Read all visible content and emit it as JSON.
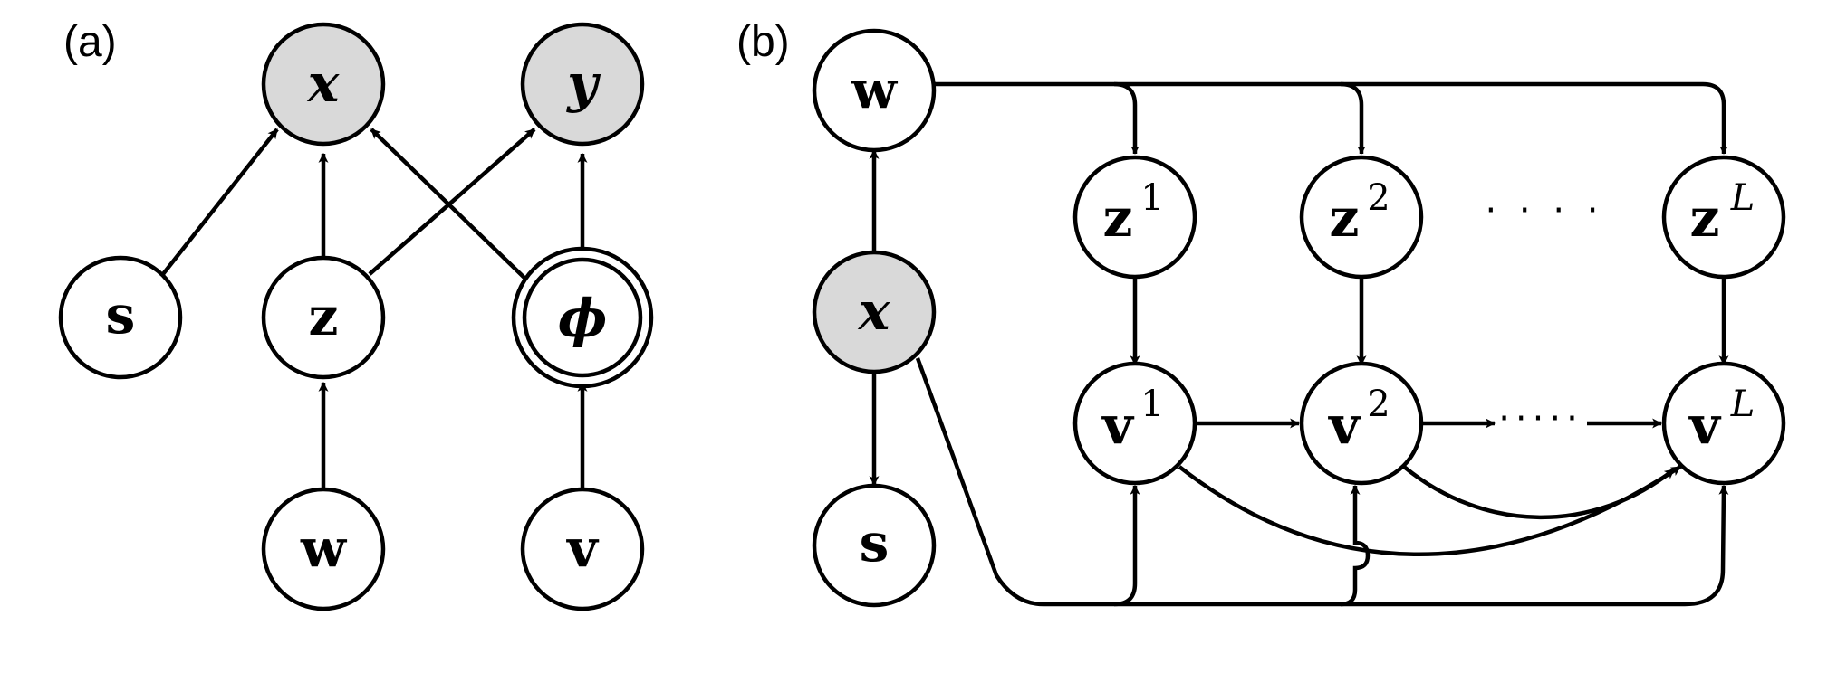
{
  "panel_a": {
    "label": "(a)",
    "nodes": {
      "x": "x",
      "y": "y",
      "s": "s",
      "z": "z",
      "phi": "ϕ",
      "w": "w",
      "v": "v"
    }
  },
  "panel_b": {
    "label": "(b)",
    "nodes": {
      "w": "w",
      "x": "x",
      "s": "s",
      "z": "z",
      "v": "v"
    },
    "superscripts": {
      "one": "1",
      "two": "2",
      "last": "L"
    },
    "ellipsis_top": "· · · ·",
    "ellipsis_middle": "·····"
  },
  "colors": {
    "observed_fill": "#d9d9d9",
    "latent_fill": "#ffffff",
    "stroke": "#000000"
  }
}
